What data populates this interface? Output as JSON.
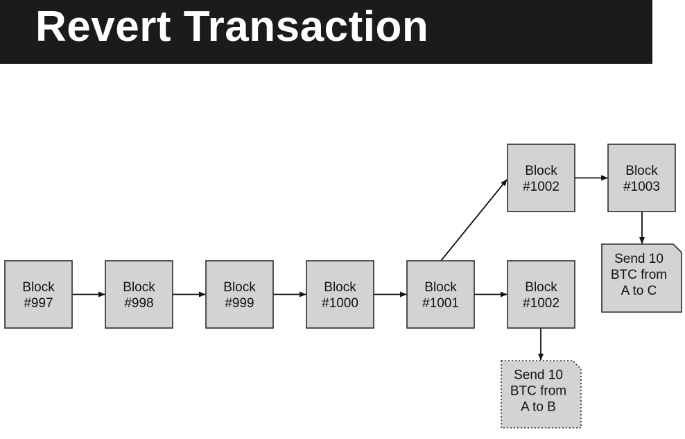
{
  "header": {
    "title": "Revert Transaction"
  },
  "blocks": [
    {
      "id": "b997",
      "lines": [
        "Block",
        "#997"
      ]
    },
    {
      "id": "b998",
      "lines": [
        "Block",
        "#998"
      ]
    },
    {
      "id": "b999",
      "lines": [
        "Block",
        "#999"
      ]
    },
    {
      "id": "b1000",
      "lines": [
        "Block",
        "#1000"
      ]
    },
    {
      "id": "b1001",
      "lines": [
        "Block",
        "#1001"
      ]
    },
    {
      "id": "b1002b",
      "lines": [
        "Block",
        "#1002"
      ]
    },
    {
      "id": "b1002a",
      "lines": [
        "Block",
        "#1002"
      ]
    },
    {
      "id": "b1003",
      "lines": [
        "Block",
        "#1003"
      ]
    }
  ],
  "transactions": [
    {
      "id": "txB",
      "lines": [
        "Send 10",
        "BTC from",
        "A to B"
      ],
      "style": "dotted"
    },
    {
      "id": "txC",
      "lines": [
        "Send 10",
        "BTC from",
        "A to C"
      ],
      "style": "solid"
    }
  ],
  "edges": [
    [
      "b997",
      "b998"
    ],
    [
      "b998",
      "b999"
    ],
    [
      "b999",
      "b1000"
    ],
    [
      "b1000",
      "b1001"
    ],
    [
      "b1001",
      "b1002b"
    ],
    [
      "b1001",
      "b1002a"
    ],
    [
      "b1002a",
      "b1003"
    ],
    [
      "b1002b",
      "txB"
    ],
    [
      "b1003",
      "txC"
    ]
  ]
}
